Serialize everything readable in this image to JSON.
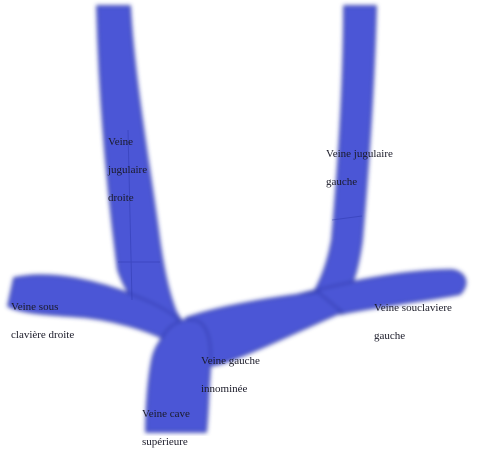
{
  "diagram": {
    "vein_color": "#4b57d6",
    "vein_edge_color": "#2b36a8",
    "labels": {
      "jugulaire_droite": [
        "Veine",
        "jugulaire",
        "droite"
      ],
      "jugulaire_gauche": [
        "Veine jugulaire",
        "gauche"
      ],
      "sous_claviere_droite": [
        "Veine sous",
        "clavière droite"
      ],
      "souclaviere_gauche": [
        "Veine souclaviere",
        "gauche"
      ],
      "gauche_innominee": [
        "Veine gauche",
        "innominée"
      ],
      "cave_superieure": [
        "Veine cave",
        "supérieure"
      ]
    }
  }
}
